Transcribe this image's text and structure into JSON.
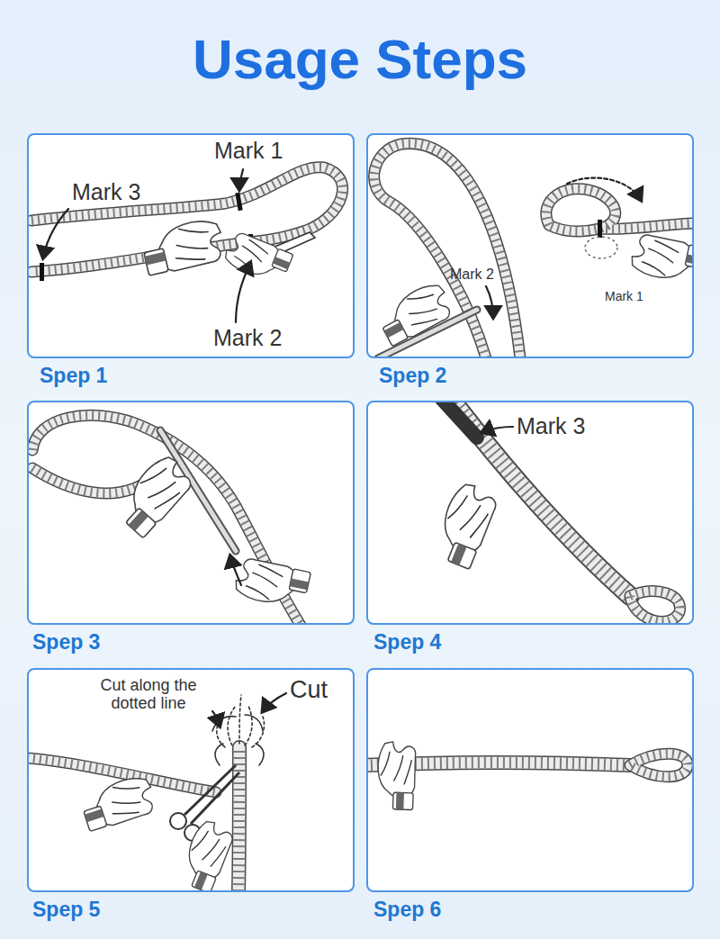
{
  "diagram": {
    "title": "Usage Steps",
    "nodes": [
      {
        "text": [
          "Spep 1"
        ]
      },
      {
        "text": [
          "Spep 2"
        ]
      },
      {
        "text": [
          "Spep 3"
        ]
      },
      {
        "text": [
          "Spep 4"
        ]
      },
      {
        "text": [
          "Spep 5"
        ]
      },
      {
        "text": [
          "Spep 6"
        ]
      }
    ],
    "labels": [
      "Mark 1",
      "Mark 3",
      "Mark 2",
      "Mark 2",
      "Mark 1",
      "Mark 3",
      "Cut along the dotted line",
      "Cut"
    ]
  }
}
